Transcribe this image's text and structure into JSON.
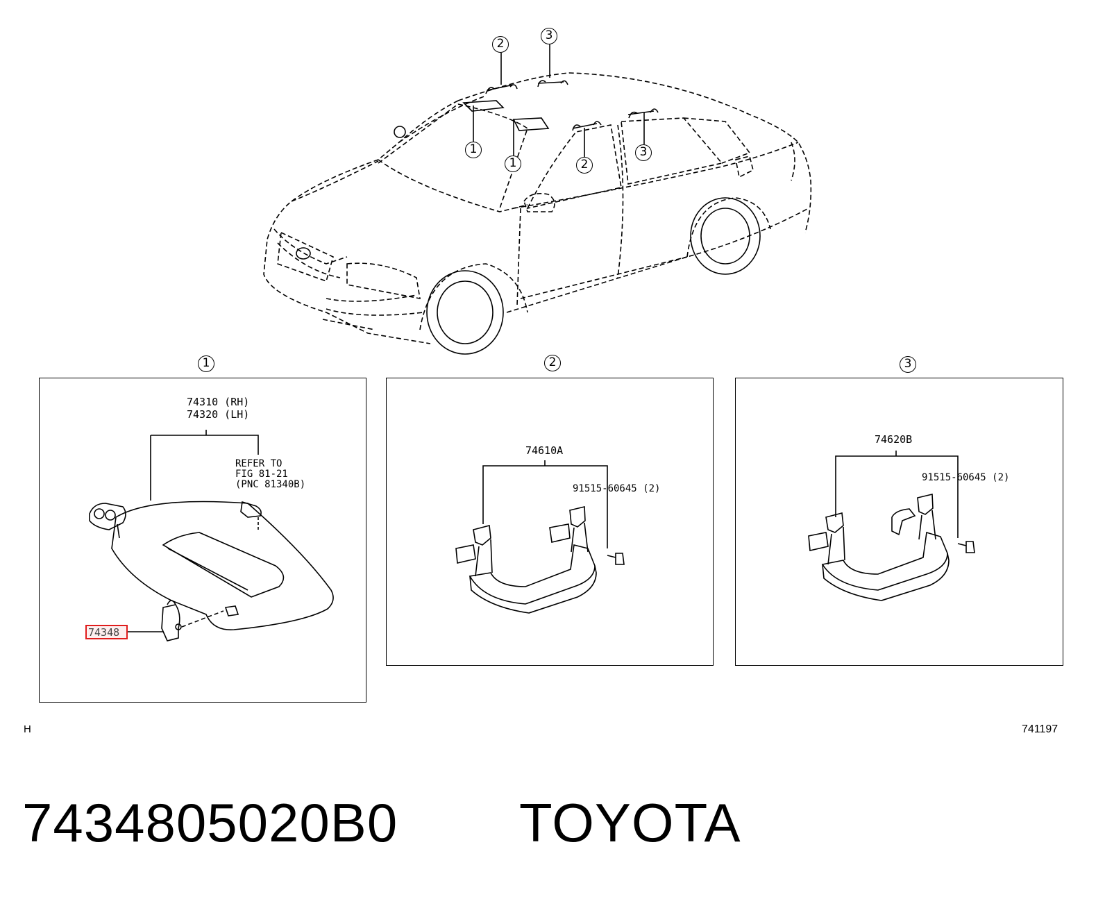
{
  "callout_numbers": [
    "1",
    "2",
    "3"
  ],
  "panel1": {
    "number": "1",
    "part_rh": "74310 (RH)",
    "part_lh": "74320 (LH)",
    "refer_line1": "REFER TO",
    "refer_line2": "FIG 81-21",
    "refer_line3": "(PNC 81340B)",
    "highlight_part": "74348"
  },
  "panel2": {
    "number": "2",
    "part": "74610A",
    "screw": "91515-60645 (2)"
  },
  "panel3": {
    "number": "3",
    "part": "74620B",
    "screw": "91515-60645 (2)"
  },
  "corner_left": "H",
  "corner_right": "741197",
  "footer": {
    "part_number": "7434805020B0",
    "brand": "TOYOTA"
  },
  "colors": {
    "highlight": "#e01c1c",
    "line": "#000000"
  }
}
